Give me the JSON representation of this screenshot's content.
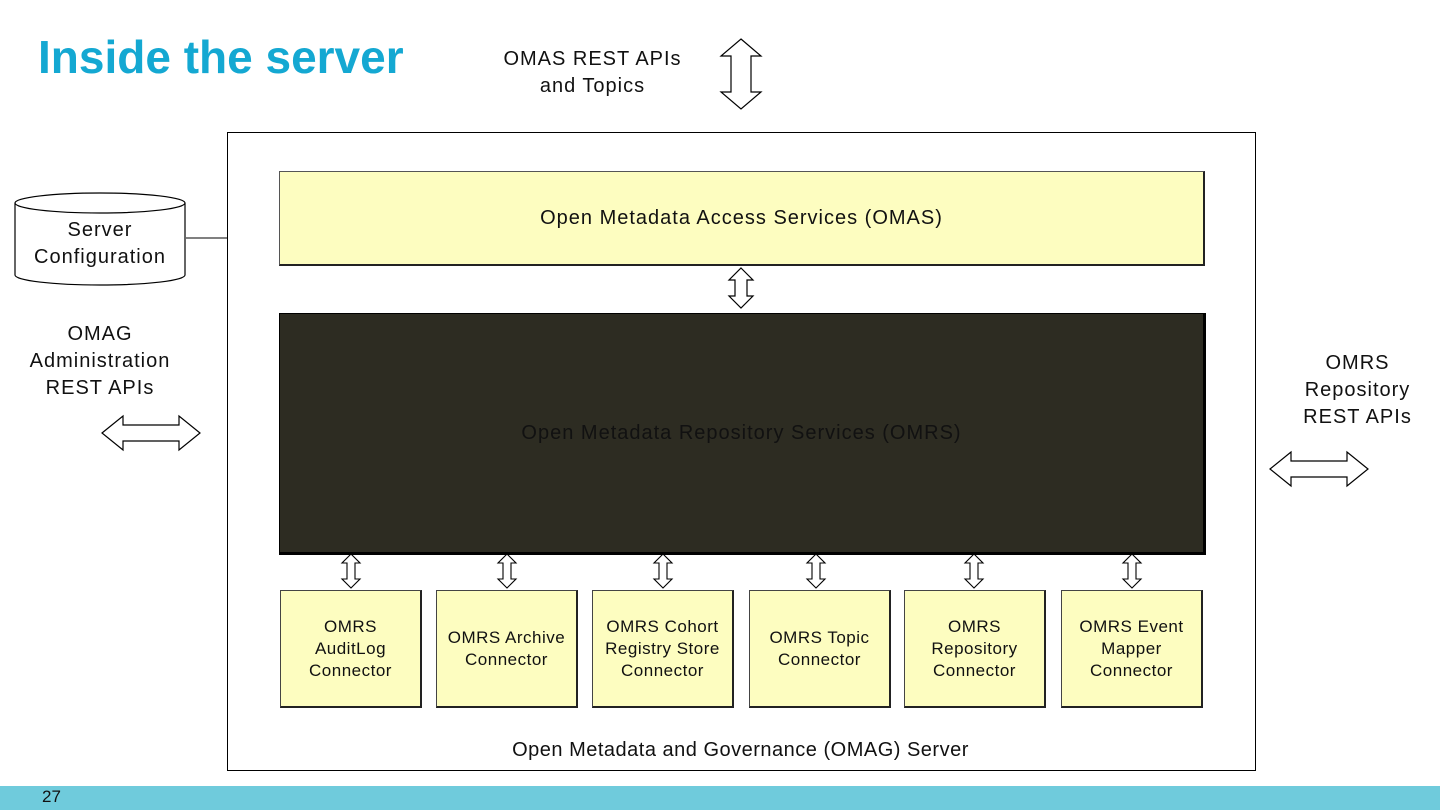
{
  "slide": {
    "title": "Inside the server",
    "page_number": "27",
    "accent_color": "#14a8d2",
    "footer_color": "#6fcbdc"
  },
  "diagram": {
    "omas_apis_label_line1": "OMAS REST APIs",
    "omas_apis_label_line2": "and Topics",
    "server_config_line1": "Server",
    "server_config_line2": "Configuration",
    "omag_admin_line1": "OMAG",
    "omag_admin_line2": "Administration",
    "omag_admin_line3": "REST APIs",
    "omrs_repo_line1": "OMRS",
    "omrs_repo_line2": "Repository",
    "omrs_repo_line3": "REST APIs",
    "omas_box_label": "Open Metadata Access Services (OMAS)",
    "omrs_box_label": "Open Metadata Repository Services (OMRS)",
    "server_label": "Open Metadata and Governance (OMAG) Server",
    "omas_fill": "#fdfdc0",
    "omrs_fill": "#2d2c22",
    "connectors": [
      {
        "label": "OMRS\nAuditLog\nConnector"
      },
      {
        "label": "OMRS Archive\nConnector"
      },
      {
        "label": "OMRS Cohort\nRegistry Store\nConnector"
      },
      {
        "label": "OMRS Topic\nConnector"
      },
      {
        "label": "OMRS\nRepository\nConnector"
      },
      {
        "label": "OMRS Event\nMapper\nConnector"
      }
    ]
  }
}
